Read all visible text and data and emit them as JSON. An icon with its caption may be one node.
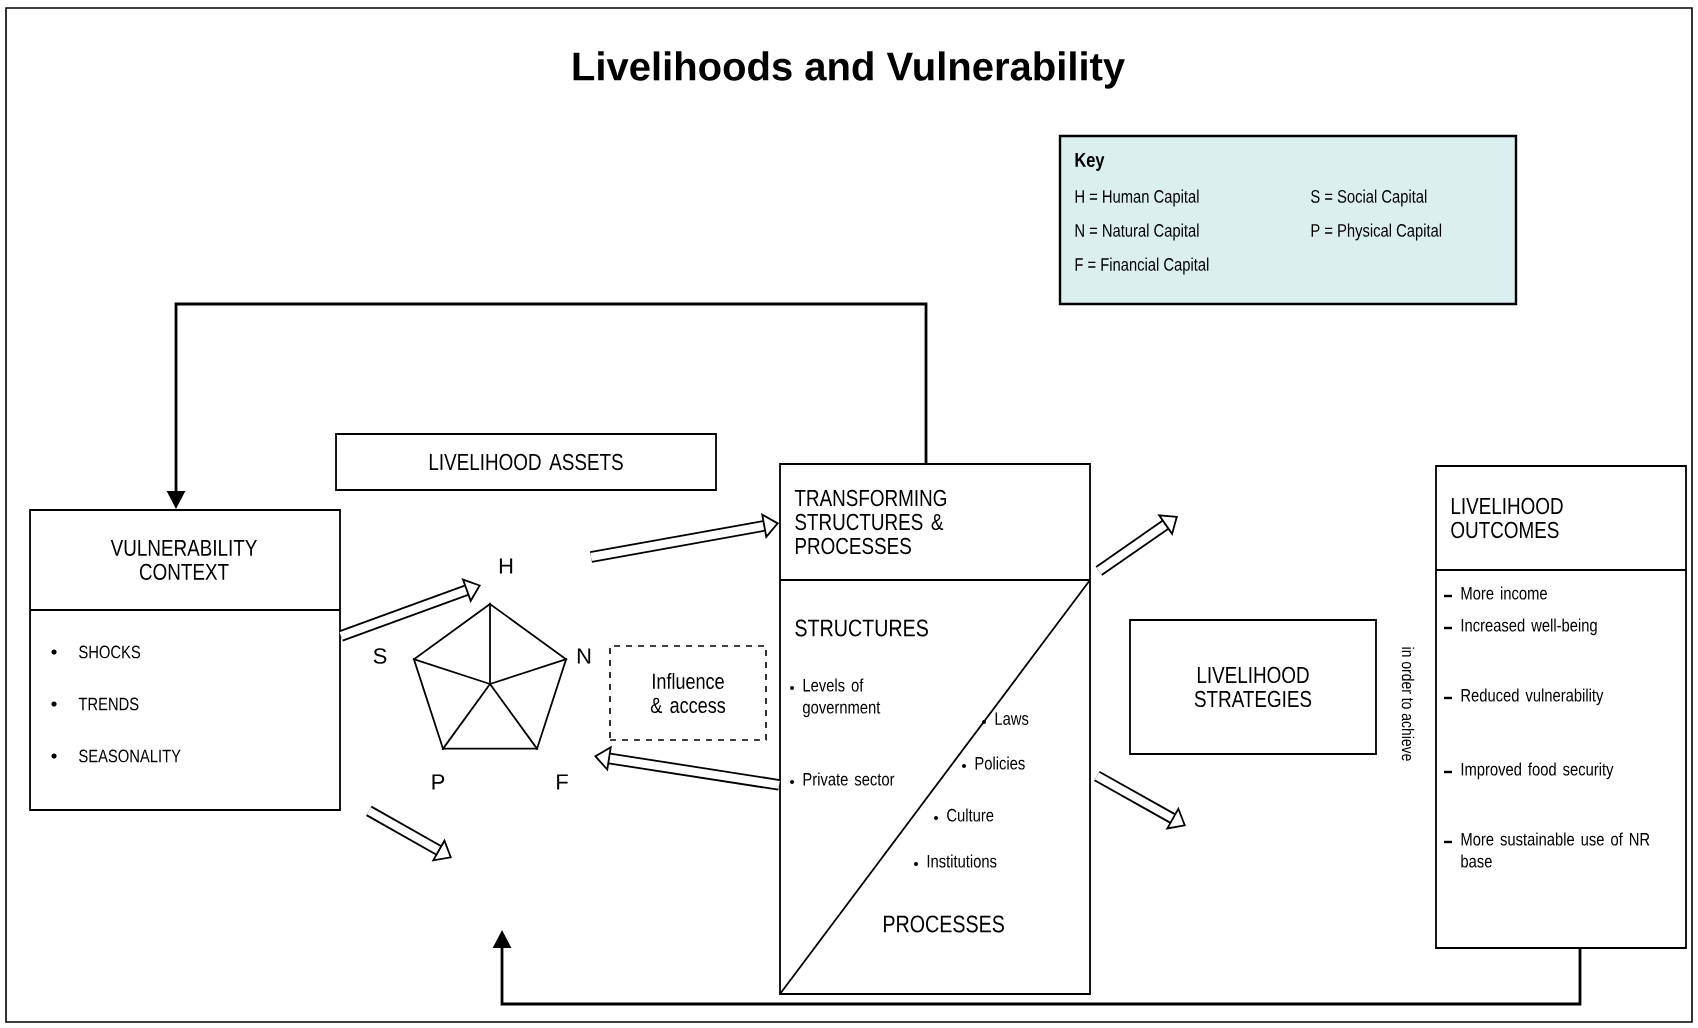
{
  "diagram": {
    "title": "Livelihoods and Vulnerability",
    "nodes": [
      {
        "text": [
          "VULNERABILITY CONTEXT",
          "SHOCKS",
          "TRENDS",
          "SEASONALITY"
        ]
      },
      {
        "text": [
          "LIVELIHOOD ASSETS"
        ]
      },
      {
        "text": [],
        "shape": "pentagon",
        "beside": [
          "H",
          "N",
          "F",
          "P",
          "S"
        ]
      },
      {
        "text": [
          "Influence & access"
        ]
      },
      {
        "text": [
          "TRANSFORMING STRUCTURES & PROCESSES",
          "STRUCTURES",
          "Levels of government",
          "Private sector",
          "Laws",
          "Policies",
          "Culture",
          "Institutions",
          "PROCESSES"
        ]
      },
      {
        "text": [
          "LIVELIHOOD STRATEGIES"
        ]
      },
      {
        "text": [
          "LIVELIHOOD OUTCOMES",
          "More income",
          "Increased well-being",
          "Reduced vulnerability",
          "Improved food security",
          "More sustainable use of NR base"
        ]
      },
      {
        "text": [
          "Key",
          "H = Human Capital",
          "S = Social Capital",
          "N = Natural Capital",
          "P = Physical Capital",
          "F = Financial Capital"
        ]
      }
    ],
    "edges": [
      {
        "from": 4,
        "to": 0,
        "arrow": "to"
      },
      {
        "from": 6,
        "to": null,
        "arrow": "to"
      },
      {
        "from": 0,
        "to": 2,
        "arrow": "to"
      },
      {
        "from": 0,
        "to": null,
        "arrow": "to"
      },
      {
        "from": 2,
        "to": 4,
        "arrow": "to"
      },
      {
        "from": 4,
        "to": 2,
        "arrow": "to"
      },
      {
        "from": 4,
        "to": null,
        "arrow": "to"
      },
      {
        "from": 4,
        "to": null,
        "arrow": "to"
      }
    ],
    "labels": [
      "in order to achieve"
    ]
  }
}
